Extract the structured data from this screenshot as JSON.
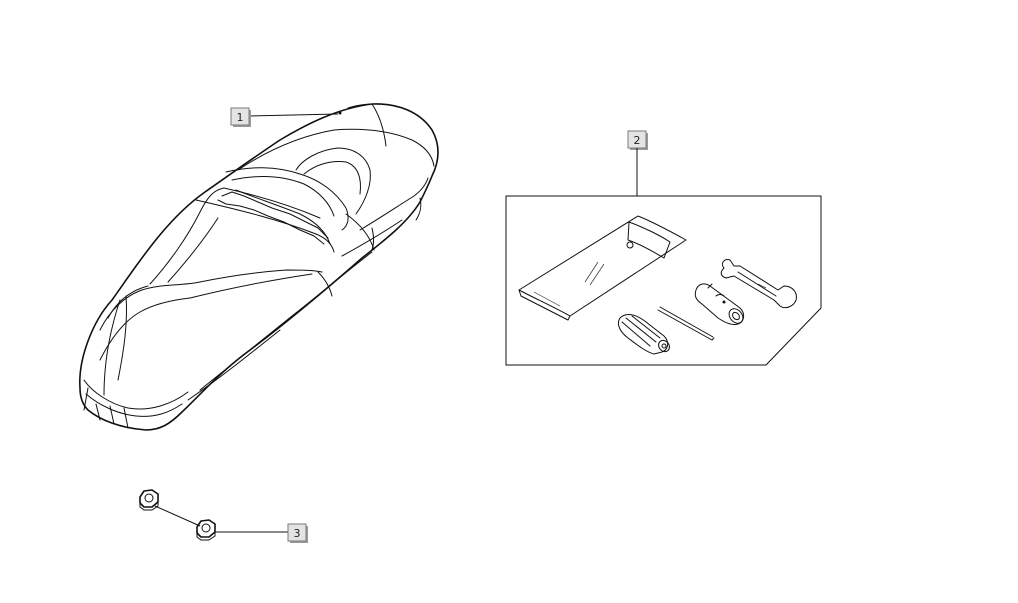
{
  "callouts": [
    {
      "id": "callout-1",
      "label": "1",
      "part": "seat"
    },
    {
      "id": "callout-2",
      "label": "2",
      "part": "tool-kit"
    },
    {
      "id": "callout-3",
      "label": "3",
      "part": "nuts"
    }
  ],
  "icons": [
    "seat-icon",
    "tool-bag-icon",
    "screwdriver-icon",
    "spark-plug-wrench-icon",
    "spanner-icon",
    "probe-rod-icon",
    "nut-icon"
  ],
  "colors": {
    "line": "#111111",
    "callout_fill": "#e4e4e4",
    "background": "#ffffff"
  }
}
